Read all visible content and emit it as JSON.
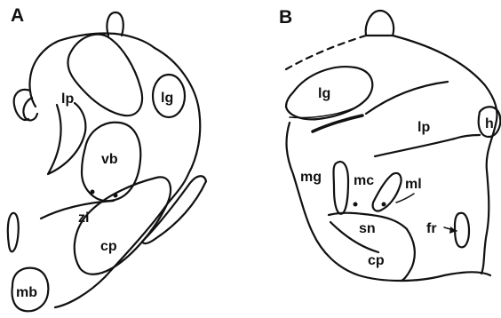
{
  "panels": {
    "a": {
      "letter": "A",
      "labels": {
        "lp": "lp",
        "lg": "lg",
        "vb": "vb",
        "zi": "zi",
        "cp": "cp",
        "mb": "mb"
      }
    },
    "b": {
      "letter": "B",
      "labels": {
        "lg": "lg",
        "lp": "lp",
        "h": "h",
        "mg": "mg",
        "mc": "mc",
        "ml": "ml",
        "sn": "sn",
        "fr": "fr",
        "cp": "cp"
      }
    }
  }
}
